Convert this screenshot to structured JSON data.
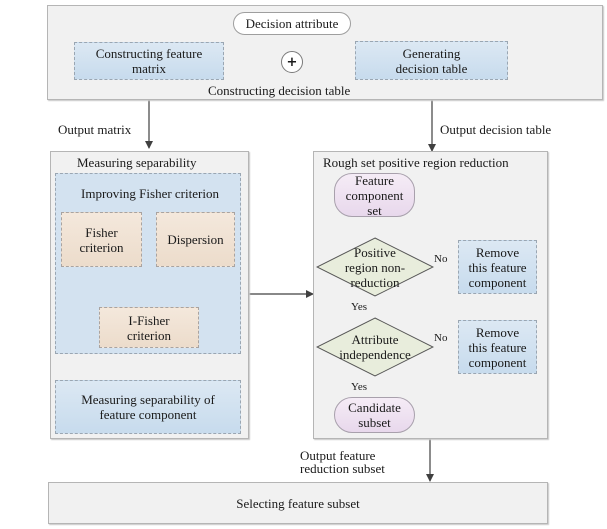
{
  "top_panel": {
    "title": "Constructing decision table",
    "decision_attribute": "Decision attribute",
    "plus_symbol": "+",
    "constructing_matrix": "Constructing feature matrix",
    "generating_table": "Generating decision table"
  },
  "edge_labels": {
    "output_matrix": "Output matrix",
    "output_decision_table": "Output decision table",
    "output_reduction_subset": "Output feature reduction subset",
    "no_1": "No",
    "no_2": "No",
    "yes_1": "Yes",
    "yes_2": "Yes"
  },
  "left_panel": {
    "title": "Measuring separability",
    "improving_title": "Improving Fisher criterion",
    "fisher_criterion": "Fisher criterion",
    "dispersion": "Dispersion",
    "i_fisher": "I-Fisher criterion",
    "measuring_component": "Measuring separability of feature component"
  },
  "right_panel": {
    "title": "Rough set positive region reduction",
    "feature_component_set": "Feature component set",
    "decision_positive_region": "Positive region non-reduction",
    "remove_1": "Remove this feature component",
    "decision_independence": "Attribute independence",
    "remove_2": "Remove this feature component",
    "candidate_subset": "Candidate subset"
  },
  "bottom_panel": {
    "title": "Selecting feature subset"
  }
}
